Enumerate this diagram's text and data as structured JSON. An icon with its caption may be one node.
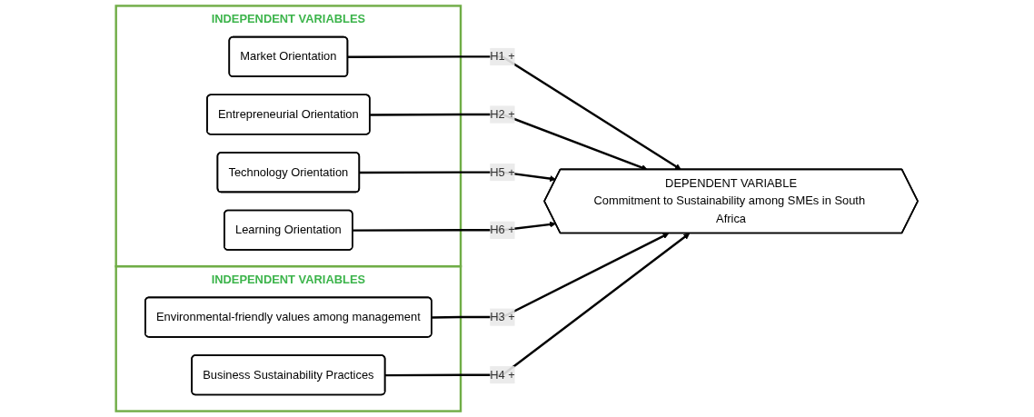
{
  "diagram": {
    "nodes": [
      {
        "text": [
          "INDEPENDENT VARIABLES"
        ]
      },
      {
        "text": [
          "Market Orientation"
        ],
        "in": 0
      },
      {
        "text": [
          "Entrepreneurial Orientation"
        ],
        "in": 0
      },
      {
        "text": [
          "Technology Orientation"
        ],
        "in": 0
      },
      {
        "text": [
          "Learning Orientation"
        ],
        "in": 0
      },
      {
        "text": [
          "DEPENDENT VARIABLE",
          "Commitment to Sustainability among SMEs in South Africa"
        ]
      },
      {
        "text": [
          "INDEPENDENT VARIABLES"
        ]
      },
      {
        "text": [
          "Environmental-friendly values among management"
        ],
        "in": 6
      },
      {
        "text": [
          "Business Sustainability Practices"
        ],
        "in": 6
      }
    ],
    "edges": [
      {
        "from": 1,
        "to": 5,
        "arrow": "to",
        "label": "H1 +"
      },
      {
        "from": 2,
        "to": 5,
        "arrow": "to",
        "label": "H2 +"
      },
      {
        "from": 3,
        "to": 5,
        "arrow": "to",
        "label": "H5 +"
      },
      {
        "from": 4,
        "to": 5,
        "arrow": "to",
        "label": "H6 +"
      },
      {
        "from": 7,
        "to": 5,
        "arrow": "to",
        "label": "H3 +"
      },
      {
        "from": 8,
        "to": 5,
        "arrow": "to",
        "label": "H4 +"
      }
    ]
  }
}
